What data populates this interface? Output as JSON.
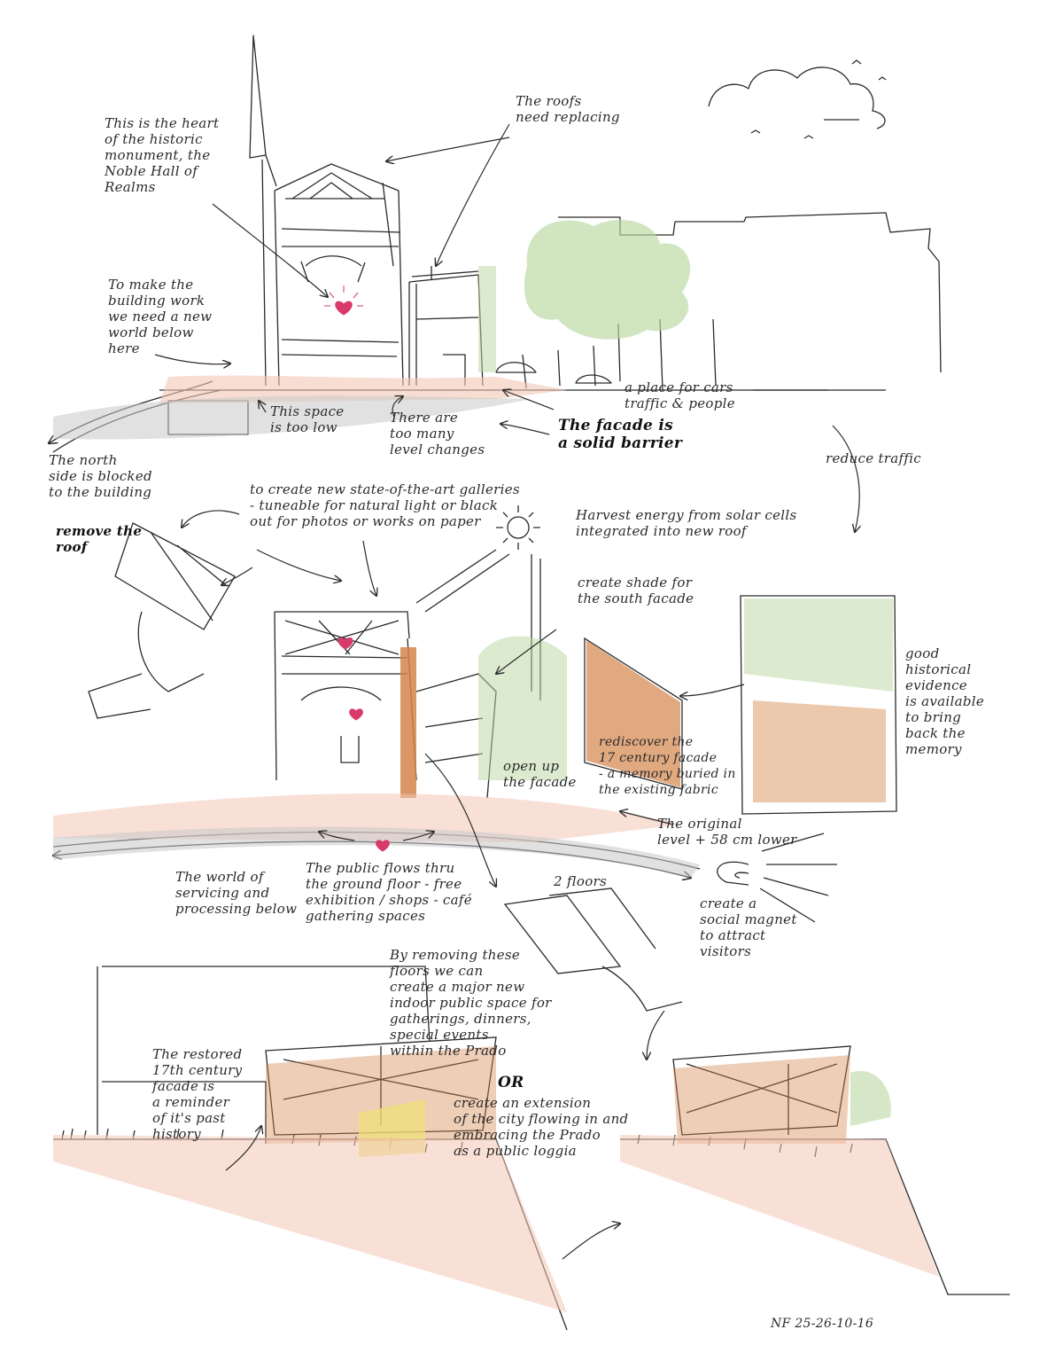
{
  "notes": {
    "heart_of_monument": "This is the heart\nof the historic\nmonument, the\nNoble Hall of\nRealms",
    "roofs_replacing": "The roofs\nneed replacing",
    "new_world_below": "To make the\nbuilding work\nwe need a new\nworld below\nhere",
    "space_too_low": "This space\nis too low",
    "level_changes": "There are\ntoo many\nlevel changes",
    "facade_barrier": "The facade is\na solid barrier",
    "cars_traffic": "a place for cars\ntraffic & people",
    "north_side": "The north\nside is blocked\nto the building",
    "reduce_traffic": "reduce traffic",
    "new_galleries": "to create new state-of-the-art galleries\n- tuneable for natural light or black\nout for photos or works on paper",
    "remove_roof": "remove the\nroof",
    "solar_cells": "Harvest energy from solar cells\nintegrated into new roof",
    "shade_south": "create shade for\nthe south facade",
    "good_evidence": "good\nhistorical\nevidence\nis available\nto bring\nback the\nmemory",
    "rediscover_facade": "rediscover the\n17 century facade\n- a memory buried in\nthe existing fabric",
    "open_facade": "open up\nthe facade",
    "original_level": "The original\nlevel + 58 cm lower",
    "servicing_below": "The world of\nservicing and\nprocessing below",
    "public_flows": "The public flows thru\nthe ground floor - free\nexhibition / shops - café\ngathering spaces",
    "two_floors": "2 floors",
    "social_magnet": "create a\nsocial magnet\nto attract\nvisitors",
    "removing_floors": "By removing these\nfloors we can\ncreate a major new\nindoor public space for\ngatherings, dinners,\nspecial events\nwithin the Prado",
    "or_word": "OR",
    "city_extension": "create an extension\nof the city flowing in and\nembracing the Prado\nas a public loggia",
    "restored_facade": "The restored\n17th century\nfacade is\na reminder\nof it's past\nhistory",
    "signature": "NF 25-26-10-16"
  },
  "colors": {
    "ink": "#2a2a2a",
    "heart": "#d83a6a",
    "brick": "#d4844a",
    "green_wash": "#b9d7a0",
    "pink_wash": "#f3c6b6",
    "grey_wash": "#c9c9c9",
    "yellow_wash": "#efe07a"
  }
}
